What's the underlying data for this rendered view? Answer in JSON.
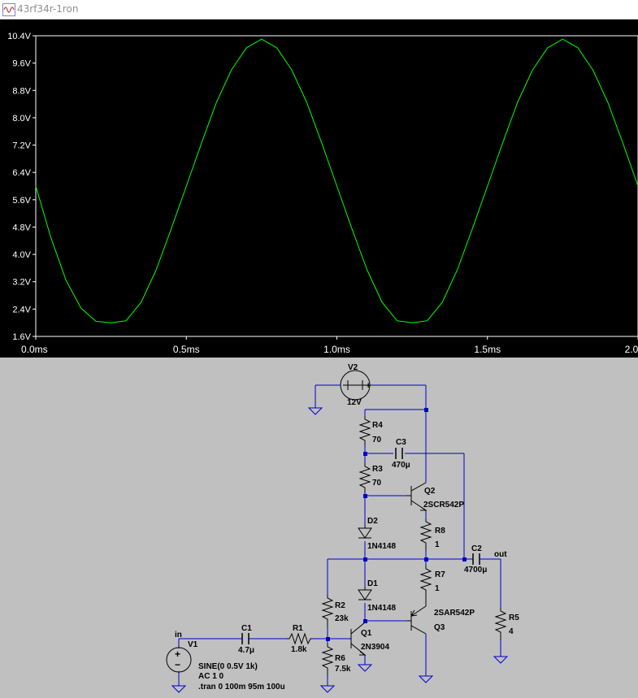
{
  "window": {
    "title": "43rf34r-1ron"
  },
  "chart_data": {
    "type": "line",
    "title": "",
    "xlabel": "",
    "ylabel": "",
    "xlim": [
      0,
      2.0
    ],
    "ylim": [
      1.6,
      10.4
    ],
    "xticks": [
      {
        "value": 0.0,
        "label": "0.0ms"
      },
      {
        "value": 0.5,
        "label": "0.5ms"
      },
      {
        "value": 1.0,
        "label": "1.0ms"
      },
      {
        "value": 1.5,
        "label": "1.5ms"
      },
      {
        "value": 2.0,
        "label": "2.0ms"
      }
    ],
    "yticks": [
      {
        "value": 10.4,
        "label": "10.4V"
      },
      {
        "value": 9.6,
        "label": "9.6V"
      },
      {
        "value": 8.8,
        "label": "8.8V"
      },
      {
        "value": 8.0,
        "label": "8.0V"
      },
      {
        "value": 7.2,
        "label": "7.2V"
      },
      {
        "value": 6.4,
        "label": "6.4V"
      },
      {
        "value": 5.6,
        "label": "5.6V"
      },
      {
        "value": 4.8,
        "label": "4.8V"
      },
      {
        "value": 4.0,
        "label": "4.0V"
      },
      {
        "value": 3.2,
        "label": "3.2V"
      },
      {
        "value": 2.4,
        "label": "2.4V"
      },
      {
        "value": 1.6,
        "label": "1.6V"
      }
    ],
    "grid": false,
    "series": [
      {
        "color": "#00ff00",
        "x": [
          0.0,
          0.05,
          0.1,
          0.15,
          0.2,
          0.25,
          0.3,
          0.35,
          0.4,
          0.45,
          0.5,
          0.55,
          0.6,
          0.65,
          0.7,
          0.75,
          0.8,
          0.85,
          0.9,
          0.95,
          1.0,
          1.05,
          1.1,
          1.15,
          1.2,
          1.25,
          1.3,
          1.35,
          1.4,
          1.45,
          1.5,
          1.55,
          1.6,
          1.65,
          1.7,
          1.75,
          1.8,
          1.85,
          1.9,
          1.95,
          2.0
        ],
        "y": [
          6.0,
          4.5,
          3.25,
          2.43,
          2.04,
          2.0,
          2.06,
          2.6,
          3.55,
          4.75,
          6.0,
          7.25,
          8.45,
          9.4,
          10.05,
          10.3,
          10.05,
          9.4,
          8.45,
          7.25,
          6.0,
          4.75,
          3.55,
          2.6,
          2.06,
          2.0,
          2.06,
          2.6,
          3.55,
          4.75,
          6.0,
          7.25,
          8.45,
          9.4,
          10.05,
          10.3,
          10.05,
          9.4,
          8.45,
          7.25,
          6.0
        ]
      }
    ]
  },
  "schematic": {
    "components": {
      "v2": {
        "name": "V2",
        "value": "12V",
        "symbol": "+"
      },
      "r4": {
        "name": "R4",
        "value": "70"
      },
      "c3": {
        "name": "C3",
        "value": "470μ"
      },
      "r3": {
        "name": "R3",
        "value": "70"
      },
      "q2": {
        "name": "Q2",
        "value": "2SCR542P"
      },
      "d2": {
        "name": "D2",
        "value": "1N4148"
      },
      "r8": {
        "name": "R8",
        "value": "1"
      },
      "c2": {
        "name": "C2",
        "value": "4700μ"
      },
      "out_label": "out",
      "r7": {
        "name": "R7",
        "value": "1"
      },
      "d1": {
        "name": "D1",
        "value": "1N4148"
      },
      "r2": {
        "name": "R2",
        "value": "23k"
      },
      "q3": {
        "name": "Q3",
        "value": "2SAR542P"
      },
      "r5": {
        "name": "R5",
        "value": "4"
      },
      "in_label": "in",
      "v1": {
        "name": "V1",
        "plus": "+",
        "minus": "−"
      },
      "c1": {
        "name": "C1",
        "value": "4.7μ"
      },
      "r1": {
        "name": "R1",
        "value": "1.8k"
      },
      "q1": {
        "name": "Q1",
        "value": "2N3904"
      },
      "r6": {
        "name": "R6",
        "value": "7.5k"
      }
    },
    "directives": [
      "SINE(0 0.5V 1k)",
      "AC 1 0",
      ".tran 0 100m 95m 100u"
    ]
  }
}
